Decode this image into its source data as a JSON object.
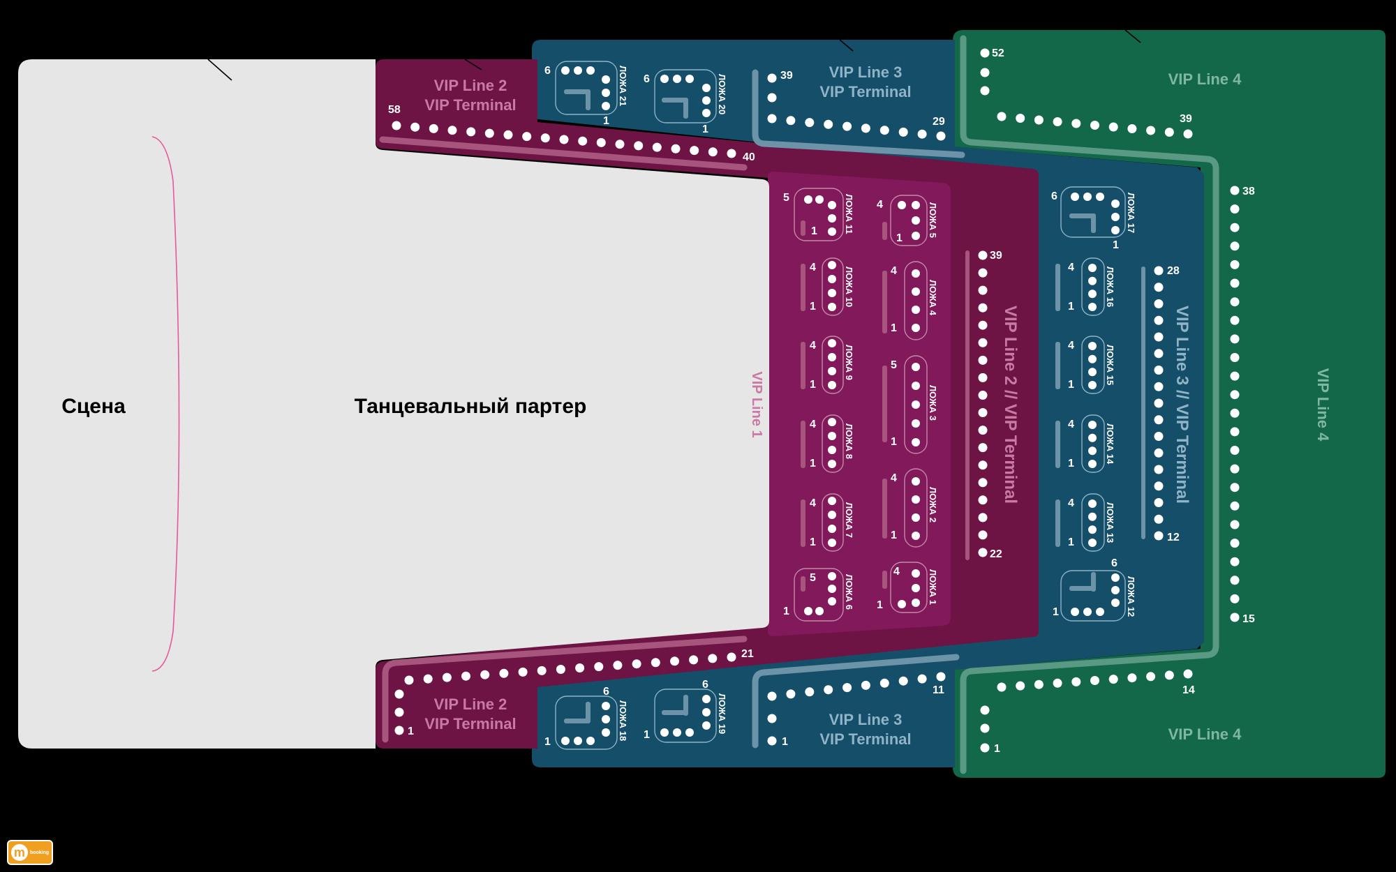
{
  "colors": {
    "background": "#000000",
    "stage": "#e6e6e6",
    "vip2": "#6e1444",
    "vip1": "#82195a",
    "vip3": "#154e69",
    "vip4": "#13684a",
    "stage_curve": "#e8569c",
    "vip4_trim": "#5a9a84",
    "vip3_trim": "#6c93a8",
    "vip2_trim": "#a8557e"
  },
  "labels": {
    "stage": "Сцена",
    "dance_floor": "Танцевальный партер",
    "vip1": "VIP Line 1",
    "vip2_line": "VIP Line 2",
    "vip2_terminal": "VIP Terminal",
    "vip2_vertical": "VIP Line 2 // VIP Terminal",
    "vip3_line": "VIP Line 3",
    "vip3_terminal": "VIP Terminal",
    "vip3_vertical": "VIP Line 3 // VIP Terminal",
    "vip4": "VIP Line 4"
  },
  "rows": {
    "vip2_top": {
      "start": "58",
      "end": "40"
    },
    "vip2_bottom": {
      "start": "1",
      "end": "21"
    },
    "vip2_vertical": {
      "top": "39",
      "bottom": "22"
    },
    "vip3_top": {
      "start": "39",
      "end": "29"
    },
    "vip3_bottom": {
      "start": "1",
      "end": "11"
    },
    "vip3_vertical": {
      "top": "28",
      "bottom": "12"
    },
    "vip4_top": {
      "start": "52",
      "end": "39"
    },
    "vip4_right": {
      "top": "38",
      "bottom": "15"
    },
    "vip4_bottom": {
      "start": "1",
      "end": "14"
    }
  },
  "boxes": [
    {
      "name": "ЛОЖА 11",
      "top": "5",
      "bottom": "1"
    },
    {
      "name": "ЛОЖА 10",
      "top": "4",
      "bottom": "1"
    },
    {
      "name": "ЛОЖА 9",
      "top": "4",
      "bottom": "1"
    },
    {
      "name": "ЛОЖА 8",
      "top": "4",
      "bottom": "1"
    },
    {
      "name": "ЛОЖА 7",
      "top": "4",
      "bottom": "1"
    },
    {
      "name": "ЛОЖА 6",
      "top": "5",
      "bottom": "1"
    },
    {
      "name": "ЛОЖА 5",
      "top": "4",
      "bottom": "1"
    },
    {
      "name": "ЛОЖА 4",
      "top": "4",
      "bottom": "1"
    },
    {
      "name": "ЛОЖА 3",
      "top": "5",
      "bottom": "1"
    },
    {
      "name": "ЛОЖА 2",
      "top": "4",
      "bottom": "1"
    },
    {
      "name": "ЛОЖА 1",
      "top": "4",
      "bottom": "1"
    },
    {
      "name": "ЛОЖА 17",
      "top": "6",
      "bottom": "1"
    },
    {
      "name": "ЛОЖА 16",
      "top": "4",
      "bottom": "1"
    },
    {
      "name": "ЛОЖА 15",
      "top": "4",
      "bottom": "1"
    },
    {
      "name": "ЛОЖА 14",
      "top": "4",
      "bottom": "1"
    },
    {
      "name": "ЛОЖА 13",
      "top": "4",
      "bottom": "1"
    },
    {
      "name": "ЛОЖА 12",
      "top": "6",
      "bottom": "1"
    },
    {
      "name": "ЛОЖА 21",
      "top": "6",
      "bottom": "1"
    },
    {
      "name": "ЛОЖА 20",
      "top": "6",
      "bottom": "1"
    },
    {
      "name": "ЛОЖА 18",
      "top": "6",
      "bottom": "1"
    },
    {
      "name": "ЛОЖА 19",
      "top": "6",
      "bottom": "1"
    }
  ],
  "logo": {
    "letter": "m",
    "text": "booking"
  }
}
